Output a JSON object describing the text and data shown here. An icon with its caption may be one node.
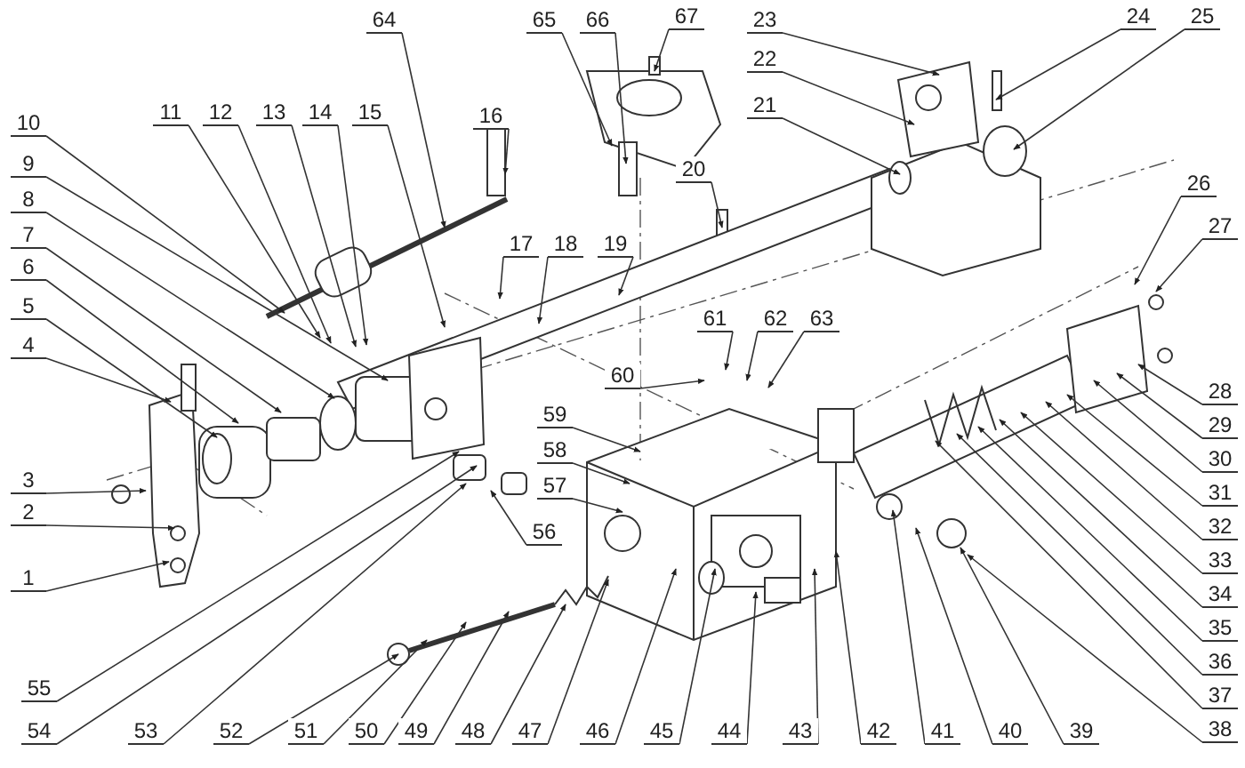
{
  "diagram": {
    "nodes": [
      {
        "text": [
          "1"
        ]
      },
      {
        "text": [
          "2"
        ]
      },
      {
        "text": [
          "3"
        ]
      },
      {
        "text": [
          "4"
        ]
      },
      {
        "text": [
          "5"
        ]
      },
      {
        "text": [
          "6"
        ]
      },
      {
        "text": [
          "7"
        ]
      },
      {
        "text": [
          "8"
        ]
      },
      {
        "text": [
          "9"
        ]
      },
      {
        "text": [
          "10"
        ]
      },
      {
        "text": [
          "11"
        ]
      },
      {
        "text": [
          "12"
        ]
      },
      {
        "text": [
          "13"
        ]
      },
      {
        "text": [
          "14"
        ]
      },
      {
        "text": [
          "15"
        ]
      },
      {
        "text": [
          "16"
        ]
      },
      {
        "text": [
          "17"
        ]
      },
      {
        "text": [
          "18"
        ]
      },
      {
        "text": [
          "19"
        ]
      },
      {
        "text": [
          "20"
        ]
      },
      {
        "text": [
          "21"
        ]
      },
      {
        "text": [
          "22"
        ]
      },
      {
        "text": [
          "23"
        ]
      },
      {
        "text": [
          "24"
        ]
      },
      {
        "text": [
          "25"
        ]
      },
      {
        "text": [
          "26"
        ]
      },
      {
        "text": [
          "27"
        ]
      },
      {
        "text": [
          "28"
        ]
      },
      {
        "text": [
          "29"
        ]
      },
      {
        "text": [
          "30"
        ]
      },
      {
        "text": [
          "31"
        ]
      },
      {
        "text": [
          "32"
        ]
      },
      {
        "text": [
          "33"
        ]
      },
      {
        "text": [
          "34"
        ]
      },
      {
        "text": [
          "35"
        ]
      },
      {
        "text": [
          "36"
        ]
      },
      {
        "text": [
          "37"
        ]
      },
      {
        "text": [
          "38"
        ]
      },
      {
        "text": [
          "39"
        ]
      },
      {
        "text": [
          "40"
        ]
      },
      {
        "text": [
          "41"
        ]
      },
      {
        "text": [
          "42"
        ]
      },
      {
        "text": [
          "43"
        ]
      },
      {
        "text": [
          "44"
        ]
      },
      {
        "text": [
          "45"
        ]
      },
      {
        "text": [
          "46"
        ]
      },
      {
        "text": [
          "47"
        ]
      },
      {
        "text": [
          "48"
        ]
      },
      {
        "text": [
          "49"
        ]
      },
      {
        "text": [
          "50"
        ]
      },
      {
        "text": [
          "51"
        ]
      },
      {
        "text": [
          "52"
        ]
      },
      {
        "text": [
          "53"
        ]
      },
      {
        "text": [
          "54"
        ]
      },
      {
        "text": [
          "55"
        ]
      },
      {
        "text": [
          "56"
        ]
      },
      {
        "text": [
          "57"
        ]
      },
      {
        "text": [
          "58"
        ]
      },
      {
        "text": [
          "59"
        ]
      },
      {
        "text": [
          "60"
        ]
      },
      {
        "text": [
          "61"
        ]
      },
      {
        "text": [
          "62"
        ]
      },
      {
        "text": [
          "63"
        ]
      },
      {
        "text": [
          "64"
        ]
      },
      {
        "text": [
          "65"
        ]
      },
      {
        "text": [
          "66"
        ]
      },
      {
        "text": [
          "67"
        ]
      }
    ],
    "edges": [
      {
        "from": 0,
        "to": null,
        "arrow": "to"
      },
      {
        "from": 1,
        "to": null,
        "arrow": "to"
      },
      {
        "from": 2,
        "to": null,
        "arrow": "to"
      },
      {
        "from": 3,
        "to": null,
        "arrow": "to"
      },
      {
        "from": 4,
        "to": null,
        "arrow": "to"
      },
      {
        "from": 5,
        "to": null,
        "arrow": "to"
      },
      {
        "from": 6,
        "to": null,
        "arrow": "to"
      },
      {
        "from": 7,
        "to": null,
        "arrow": "to"
      },
      {
        "from": 8,
        "to": null,
        "arrow": "to"
      },
      {
        "from": 9,
        "to": null,
        "arrow": "to"
      },
      {
        "from": 10,
        "to": null,
        "arrow": "to"
      },
      {
        "from": 11,
        "to": null,
        "arrow": "to"
      },
      {
        "from": 12,
        "to": null,
        "arrow": "to"
      },
      {
        "from": 13,
        "to": null,
        "arrow": "to"
      },
      {
        "from": 14,
        "to": null,
        "arrow": "to"
      },
      {
        "from": 15,
        "to": null,
        "arrow": "to"
      },
      {
        "from": 16,
        "to": null,
        "arrow": "to"
      },
      {
        "from": 17,
        "to": null,
        "arrow": "to"
      },
      {
        "from": 18,
        "to": null,
        "arrow": "to"
      },
      {
        "from": 19,
        "to": null,
        "arrow": "to"
      },
      {
        "from": 20,
        "to": null,
        "arrow": "to"
      },
      {
        "from": 21,
        "to": null,
        "arrow": "to"
      },
      {
        "from": 22,
        "to": null,
        "arrow": "to"
      },
      {
        "from": 23,
        "to": null,
        "arrow": "to"
      },
      {
        "from": 24,
        "to": null,
        "arrow": "to"
      },
      {
        "from": 25,
        "to": null,
        "arrow": "to"
      },
      {
        "from": 26,
        "to": null,
        "arrow": "to"
      },
      {
        "from": 27,
        "to": null,
        "arrow": "to"
      },
      {
        "from": 28,
        "to": null,
        "arrow": "to"
      },
      {
        "from": 29,
        "to": null,
        "arrow": "to"
      },
      {
        "from": 30,
        "to": null,
        "arrow": "to"
      },
      {
        "from": 31,
        "to": null,
        "arrow": "to"
      },
      {
        "from": 32,
        "to": null,
        "arrow": "to"
      },
      {
        "from": 33,
        "to": null,
        "arrow": "to"
      },
      {
        "from": 34,
        "to": null,
        "arrow": "to"
      },
      {
        "from": 35,
        "to": null,
        "arrow": "to"
      },
      {
        "from": 36,
        "to": null,
        "arrow": "to"
      },
      {
        "from": 37,
        "to": null,
        "arrow": "to"
      },
      {
        "from": 38,
        "to": null,
        "arrow": "to"
      },
      {
        "from": 39,
        "to": null,
        "arrow": "to"
      },
      {
        "from": 40,
        "to": null,
        "arrow": "to"
      },
      {
        "from": 41,
        "to": null,
        "arrow": "to"
      },
      {
        "from": 42,
        "to": null,
        "arrow": "to"
      },
      {
        "from": 43,
        "to": null,
        "arrow": "to"
      },
      {
        "from": 44,
        "to": null,
        "arrow": "to"
      },
      {
        "from": 45,
        "to": null,
        "arrow": "to"
      },
      {
        "from": 46,
        "to": null,
        "arrow": "to"
      },
      {
        "from": 47,
        "to": null,
        "arrow": "to"
      },
      {
        "from": 48,
        "to": null,
        "arrow": "to"
      },
      {
        "from": 49,
        "to": null,
        "arrow": "to"
      },
      {
        "from": 50,
        "to": null,
        "arrow": "to"
      },
      {
        "from": 51,
        "to": null,
        "arrow": "to"
      },
      {
        "from": 52,
        "to": null,
        "arrow": "to"
      },
      {
        "from": 53,
        "to": null,
        "arrow": "to"
      },
      {
        "from": 54,
        "to": null,
        "arrow": "to"
      },
      {
        "from": 55,
        "to": null,
        "arrow": "to"
      },
      {
        "from": 56,
        "to": null,
        "arrow": "to"
      },
      {
        "from": 57,
        "to": null,
        "arrow": "to"
      },
      {
        "from": 58,
        "to": null,
        "arrow": "to"
      },
      {
        "from": 59,
        "to": null,
        "arrow": "to"
      },
      {
        "from": 60,
        "to": null,
        "arrow": "to"
      },
      {
        "from": 61,
        "to": null,
        "arrow": "to"
      },
      {
        "from": 62,
        "to": null,
        "arrow": "to"
      },
      {
        "from": 63,
        "to": null,
        "arrow": "to"
      },
      {
        "from": 64,
        "to": null,
        "arrow": "to"
      },
      {
        "from": 65,
        "to": null,
        "arrow": "to"
      },
      {
        "from": 66,
        "to": null,
        "arrow": "to"
      }
    ]
  }
}
